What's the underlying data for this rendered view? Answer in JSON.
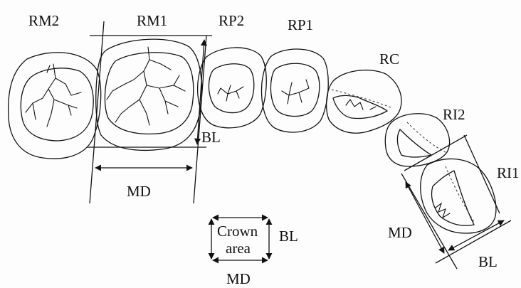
{
  "teeth": {
    "rm2": "RM2",
    "rm1": "RM1",
    "rp2": "RP2",
    "rp1": "RP1",
    "rc": "RC",
    "ri2": "RI2",
    "ri1": "RI1"
  },
  "measurements": {
    "bl_upper": "BL",
    "md_upper": "MD",
    "md_lower": "MD",
    "bl_lower": "BL"
  },
  "legend": {
    "line1": "Crown",
    "line2": "area",
    "bl": "BL",
    "md": "MD"
  }
}
